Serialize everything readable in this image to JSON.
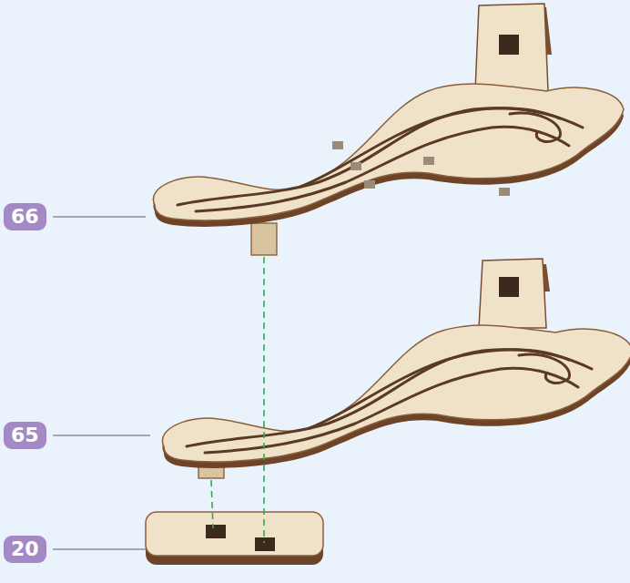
{
  "diagram": {
    "labels": [
      "66",
      "65",
      "20"
    ]
  }
}
